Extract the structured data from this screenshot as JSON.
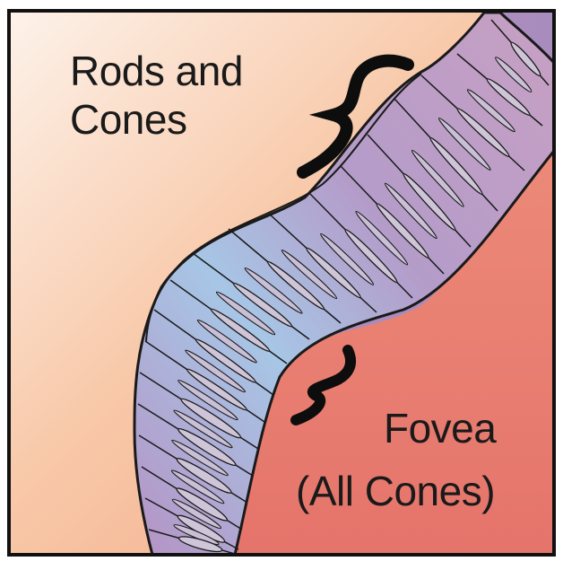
{
  "labels": {
    "rods_line1": "Rods and",
    "rods_line2": "Cones",
    "fovea_line1": "Fovea",
    "fovea_line2": "(All Cones)"
  },
  "colors": {
    "background_top_left": "#fce6d6",
    "background_peach": "#f6b99a",
    "background_right_top": "#a98ab8",
    "background_fovea": "#e67a6e",
    "layer_blue": "#9fc3e4",
    "layer_purple": "#b394c4",
    "cell_fill": "#d2c7d6",
    "outline": "#1a1a1a"
  },
  "icons": {
    "upper_brace": "curly-brace-icon",
    "lower_brace": "curly-brace-icon"
  }
}
